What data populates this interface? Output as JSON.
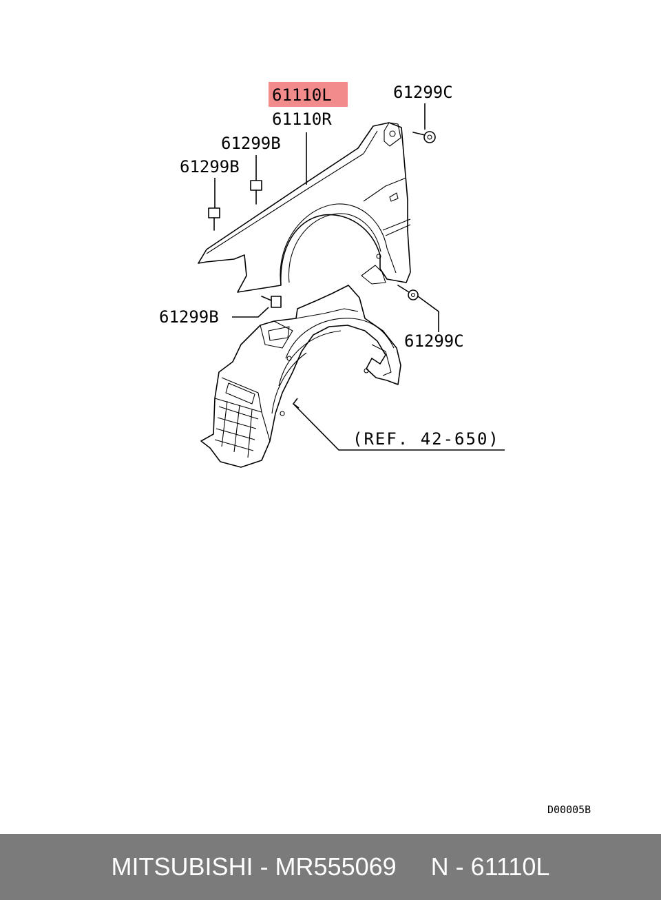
{
  "diagram": {
    "labels": {
      "part_highlight": "61110L",
      "part_right": "61110R",
      "clip_c_top": "61299C",
      "clip_b_top": "61299B",
      "clip_b_left": "61299B",
      "clip_b_lower": "61299B",
      "clip_c_lower": "61299C",
      "reference": "(REF. 42-650)"
    },
    "drawing_code": "D00005B",
    "highlight_color": "#f28b8b"
  },
  "footer": {
    "brand_part": "MITSUBISHI - MR555069",
    "oem_number": "N - 61110L",
    "background": "#7b7b7b"
  }
}
